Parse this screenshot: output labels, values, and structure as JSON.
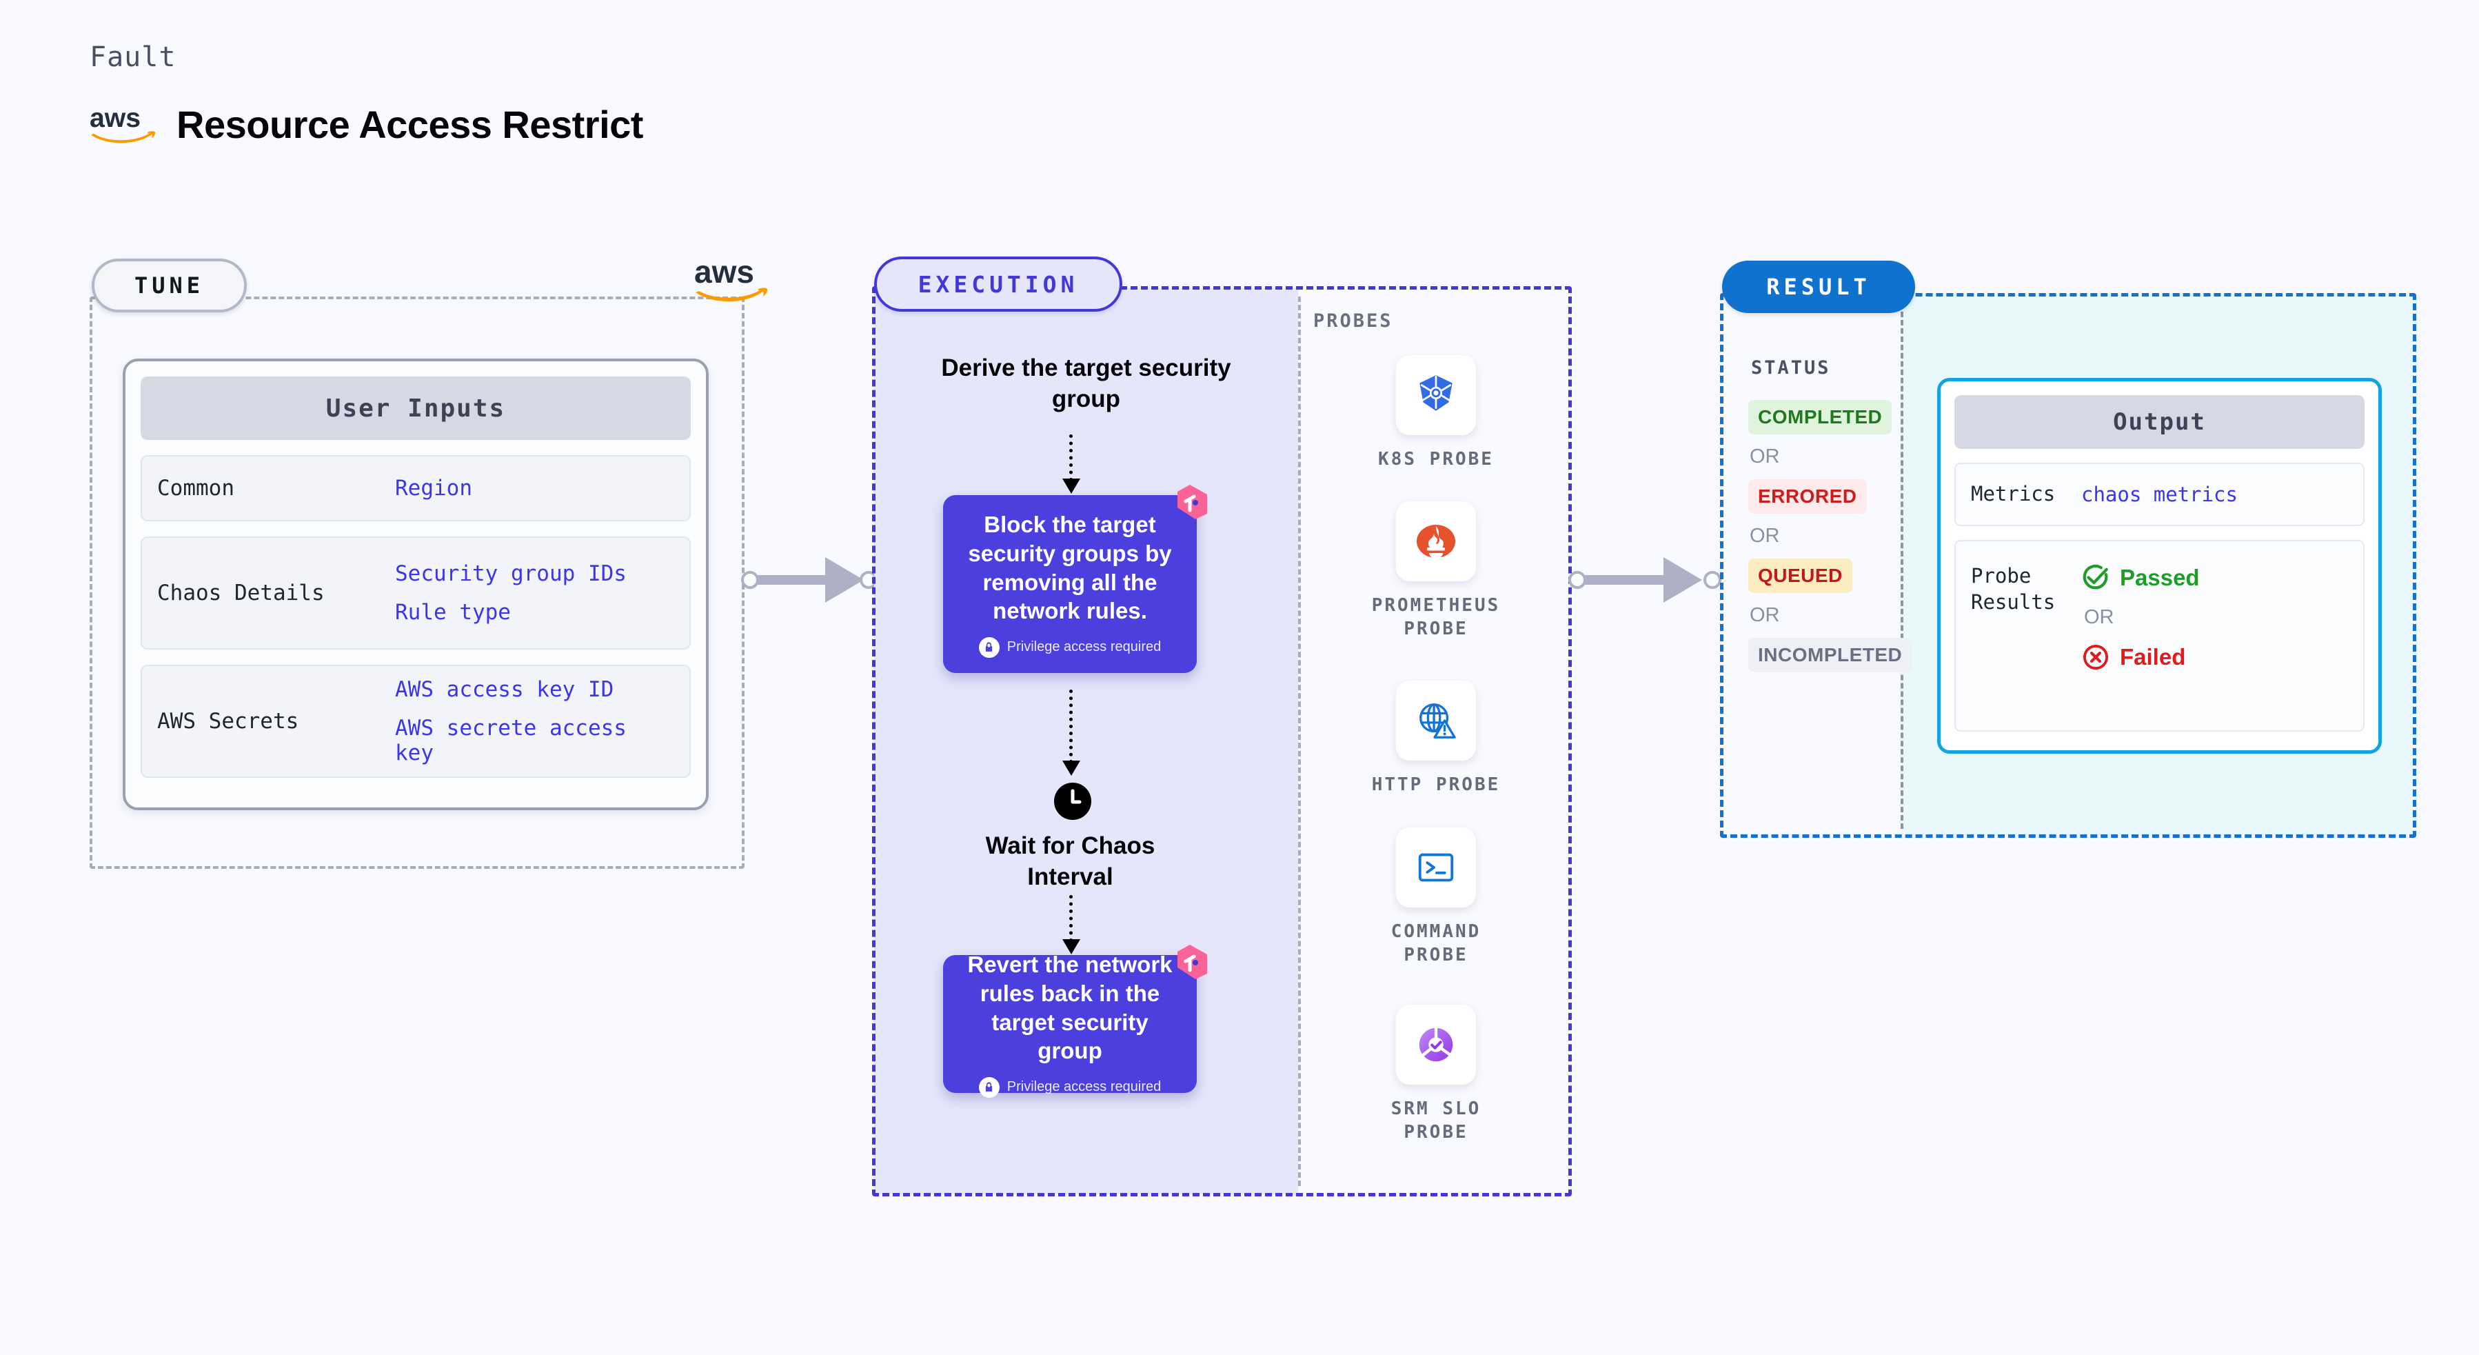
{
  "header": {
    "kicker": "Fault",
    "title": "Resource Access Restrict",
    "logo_icon": "aws-logo-icon"
  },
  "tune": {
    "badge": "TUNE",
    "aws_icon": "aws-logo-icon",
    "card_title": "User Inputs",
    "rows": [
      {
        "key": "Common",
        "values": [
          "Region"
        ]
      },
      {
        "key": "Chaos Details",
        "values": [
          "Security group IDs",
          "Rule type"
        ]
      },
      {
        "key": "AWS Secrets",
        "values": [
          "AWS access key ID",
          "AWS secrete access key"
        ]
      }
    ]
  },
  "execution": {
    "badge": "EXECUTION",
    "derive_label": "Derive the target security group",
    "step1": {
      "text": "Block the target security groups by removing all the network rules.",
      "privilege": "Privilege access required",
      "lock_icon": "lock-icon",
      "corner_icon": "harness-chaos-icon"
    },
    "wait": {
      "label": "Wait for Chaos Interval",
      "icon": "clock-icon"
    },
    "step2": {
      "text": "Revert the network rules back in the target security group",
      "privilege": "Privilege access required",
      "lock_icon": "lock-icon",
      "corner_icon": "harness-chaos-icon"
    }
  },
  "probes": {
    "title": "PROBES",
    "items": [
      {
        "label": "K8S PROBE",
        "icon": "kubernetes-icon"
      },
      {
        "label": "PROMETHEUS PROBE",
        "icon": "prometheus-icon"
      },
      {
        "label": "HTTP PROBE",
        "icon": "globe-warning-icon"
      },
      {
        "label": "COMMAND PROBE",
        "icon": "terminal-icon"
      },
      {
        "label": "SRM SLO PROBE",
        "icon": "slo-donut-icon"
      }
    ]
  },
  "result": {
    "badge": "RESULT",
    "status_title": "STATUS",
    "or_label": "OR",
    "statuses": [
      {
        "label": "COMPLETED",
        "bg": "#dff3dd",
        "fg": "#1f7a1f"
      },
      {
        "label": "ERRORED",
        "bg": "#fdeaea",
        "fg": "#cf1b1b"
      },
      {
        "label": "QUEUED",
        "bg": "#fcecc2",
        "fg": "#c41818"
      },
      {
        "label": "INCOMPLETED",
        "bg": "#eef0f5",
        "fg": "#6a7081"
      }
    ],
    "output": {
      "title": "Output",
      "metrics_key": "Metrics",
      "metrics_value": "chaos metrics",
      "probe_results_key": "Probe Results",
      "passed_label": "Passed",
      "failed_label": "Failed",
      "or_label": "OR",
      "passed_icon": "check-circle-icon",
      "failed_icon": "x-circle-icon"
    }
  },
  "connectors": {
    "tune_to_execution": "arrow-right-icon",
    "execution_to_result": "arrow-right-icon"
  },
  "colors": {
    "background": "#f9faff",
    "tune_border": "#a8acbd",
    "execution_border": "#4338d6",
    "execution_fill": "#e6e6fb",
    "result_border": "#1171d4",
    "result_fill": "#e8f8fd",
    "step_box": "#4b3fdd",
    "accent_blue_text": "#3b36e8",
    "harness_pink": "#fa6398",
    "output_border": "#13a3e2"
  }
}
